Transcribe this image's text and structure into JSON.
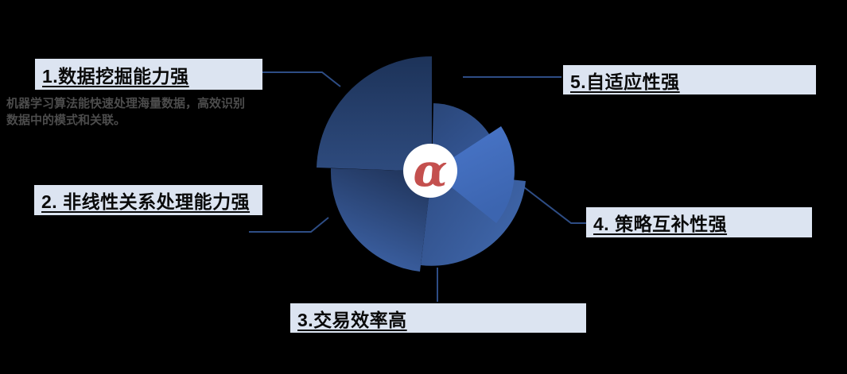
{
  "diagram_title": "",
  "center": {
    "symbol": "α",
    "symbol_color": "#c4504e",
    "circle_color": "#ffffff"
  },
  "items": [
    {
      "label": "1.数据挖掘能力强",
      "description": "机器学习算法能快速处理海量数据，高效识别数据中的模式和关联。"
    },
    {
      "label": "2. 非线性关系处理能力强"
    },
    {
      "label": "3.交易效率高"
    },
    {
      "label": "4. 策略互补性强"
    },
    {
      "label": "5.自适应性强"
    }
  ],
  "colors": {
    "background": "#000000",
    "label_box_bg": "#dce4f1",
    "label_text": "#0a0a0a",
    "description_text": "#4c4c4c",
    "connector_line": "#2e4d85",
    "wedge_1": "#1e355f",
    "wedge_2": "#2d4a7c",
    "wedge_3": "#385c9b",
    "wedge_4": "#4472c4",
    "wedge_5": "#2d5090"
  }
}
